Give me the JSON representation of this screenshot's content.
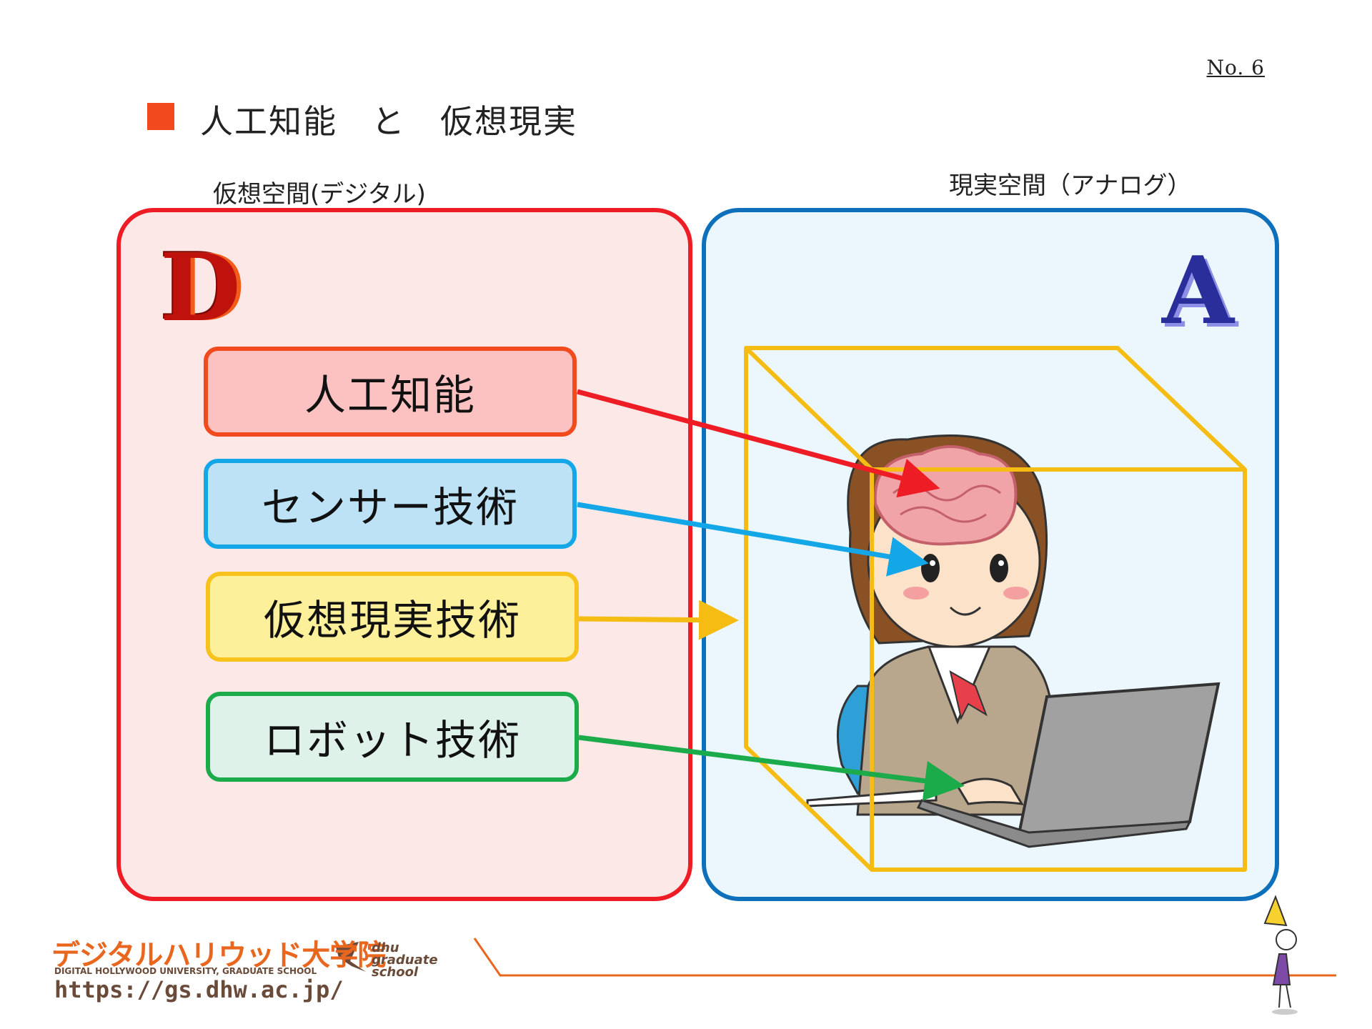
{
  "page_number": "No. 6",
  "title": "人工知能　と　仮想現実",
  "labels": {
    "digital_space": "仮想空間(デジタル)",
    "real_space": "現実空間（アナログ）"
  },
  "regions": {
    "digital_letter": "D",
    "analog_letter": "A"
  },
  "technologies": [
    {
      "label": "人工知能",
      "color": "#f04a1d",
      "fill": "#fcc2c2"
    },
    {
      "label": "センサー技術",
      "color": "#14a7e8",
      "fill": "#bde2f5"
    },
    {
      "label": "仮想現実技術",
      "color": "#f7c21b",
      "fill": "#fdf09a"
    },
    {
      "label": "ロボット技術",
      "color": "#1bab4b",
      "fill": "#dff2ea"
    }
  ],
  "colors": {
    "digital_border": "#ee1c25",
    "analog_border": "#0e70ba",
    "cube": "#f5bd14",
    "accent": "#f24a1e"
  },
  "footer": {
    "logo_jp": "デジタルハリウッド大学院",
    "logo_en": "DIGITAL HOLLYWOOD UNIVERSITY, GRADUATE SCHOOL",
    "logo_dhu_1": "dhu",
    "logo_dhu_2": "graduate",
    "logo_dhu_3": "school",
    "url": "https://gs.dhw.ac.jp/"
  }
}
